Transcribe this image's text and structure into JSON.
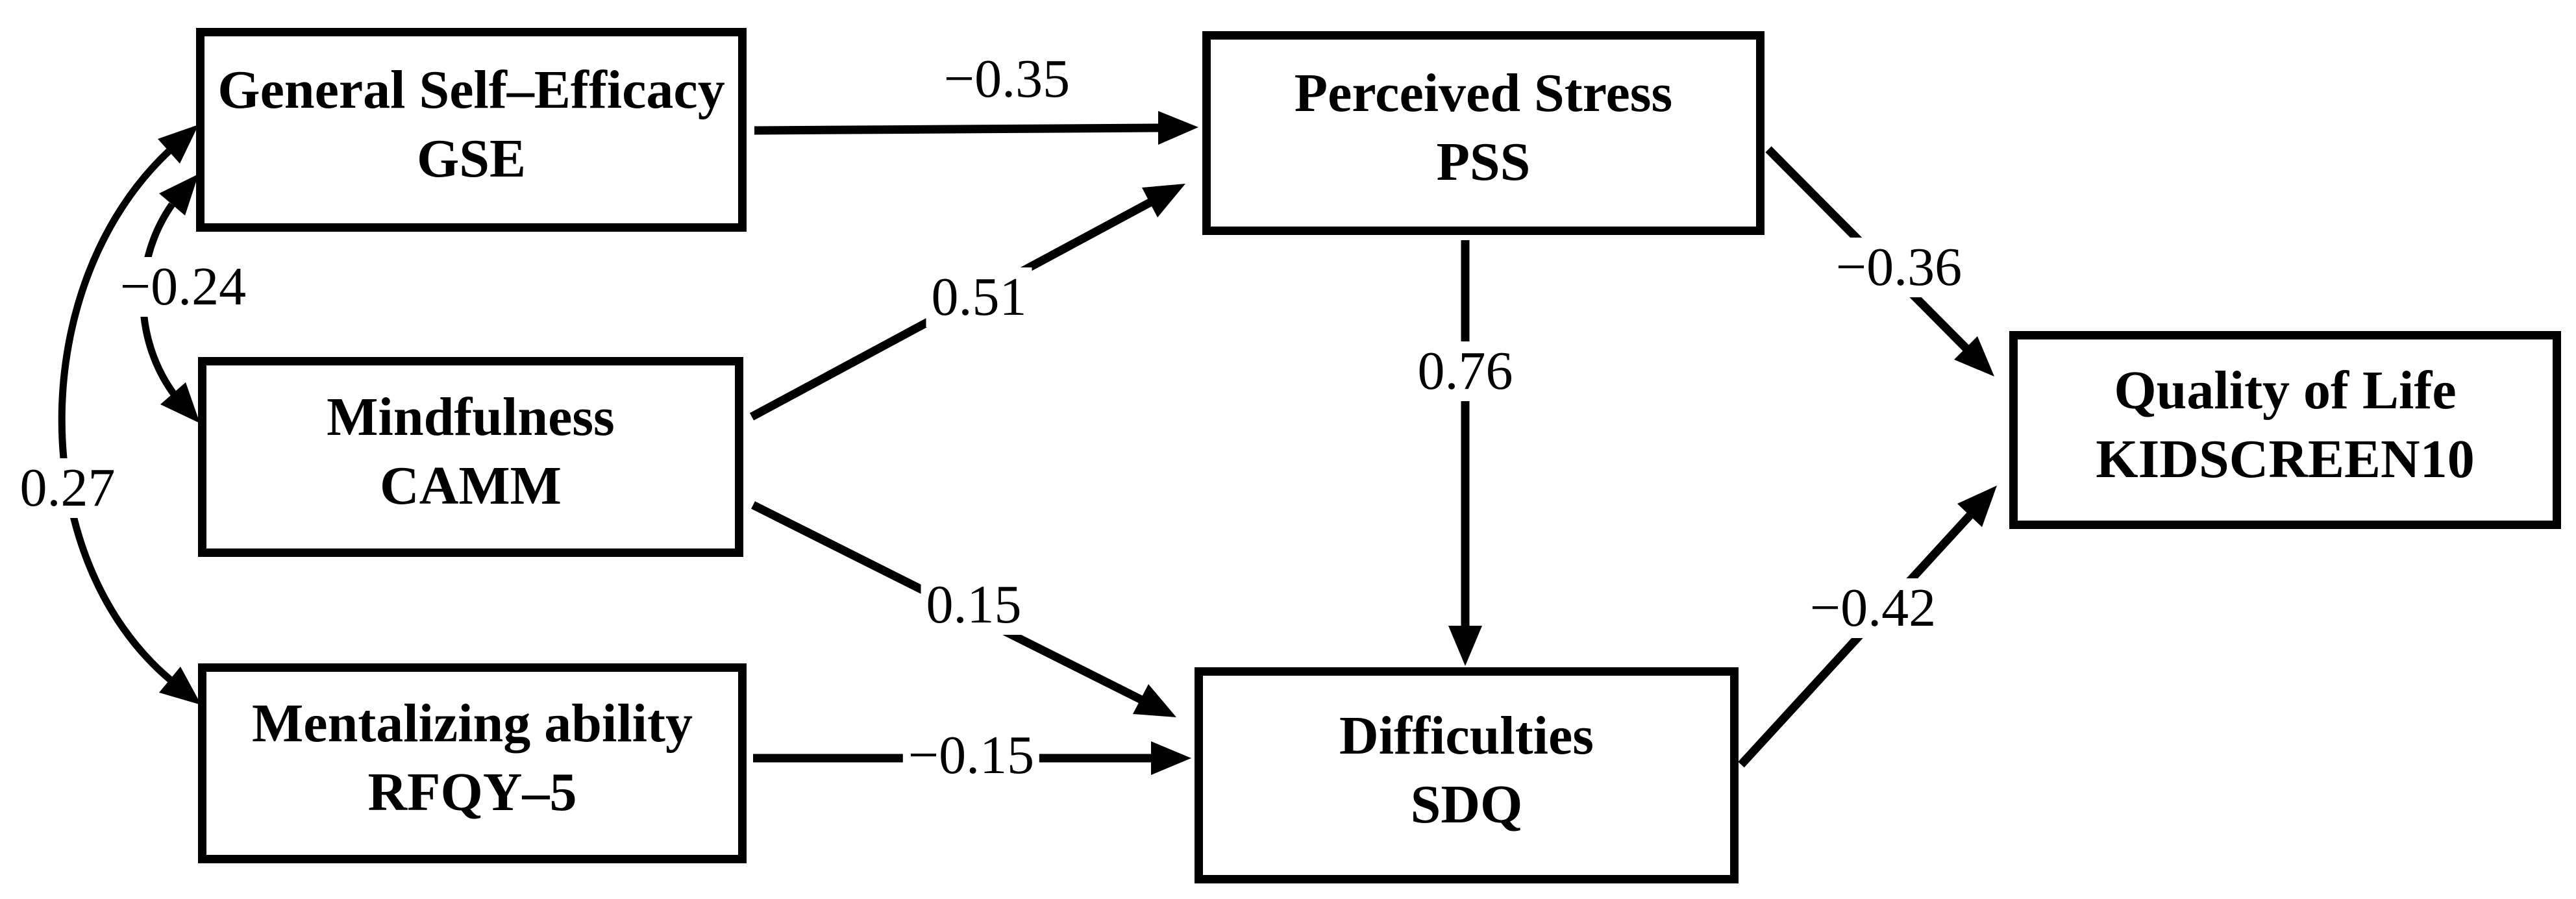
{
  "diagram": {
    "type": "path-model",
    "background": "#ffffff",
    "ink": "#000000",
    "nodes": {
      "gse": {
        "line1": "General Self–Efficacy",
        "line2": "GSE"
      },
      "camm": {
        "line1": "Mindfulness",
        "line2": "CAMM"
      },
      "rfqy": {
        "line1": "Mentalizing ability",
        "line2": "RFQY–5"
      },
      "pss": {
        "line1": "Perceived Stress",
        "line2": "PSS"
      },
      "sdq": {
        "line1": "Difficulties",
        "line2": "SDQ"
      },
      "qol": {
        "line1": "Quality of Life",
        "line2": "KIDSCREEN10"
      }
    },
    "edges": [
      {
        "from": "GSE",
        "to": "PSS",
        "coef": "−0.35",
        "kind": "directed"
      },
      {
        "from": "CAMM",
        "to": "PSS",
        "coef": "0.51",
        "kind": "directed"
      },
      {
        "from": "CAMM",
        "to": "SDQ",
        "coef": "0.15",
        "kind": "directed"
      },
      {
        "from": "RFQY–5",
        "to": "SDQ",
        "coef": "−0.15",
        "kind": "directed"
      },
      {
        "from": "PSS",
        "to": "SDQ",
        "coef": "0.76",
        "kind": "directed"
      },
      {
        "from": "PSS",
        "to": "KIDSCREEN10",
        "coef": "−0.36",
        "kind": "directed"
      },
      {
        "from": "SDQ",
        "to": "KIDSCREEN10",
        "coef": "−0.42",
        "kind": "directed"
      },
      {
        "from": "GSE",
        "to": "CAMM",
        "coef": "−0.24",
        "kind": "correlation"
      },
      {
        "from": "GSE",
        "to": "RFQY–5",
        "coef": "0.27",
        "kind": "correlation"
      }
    ]
  }
}
